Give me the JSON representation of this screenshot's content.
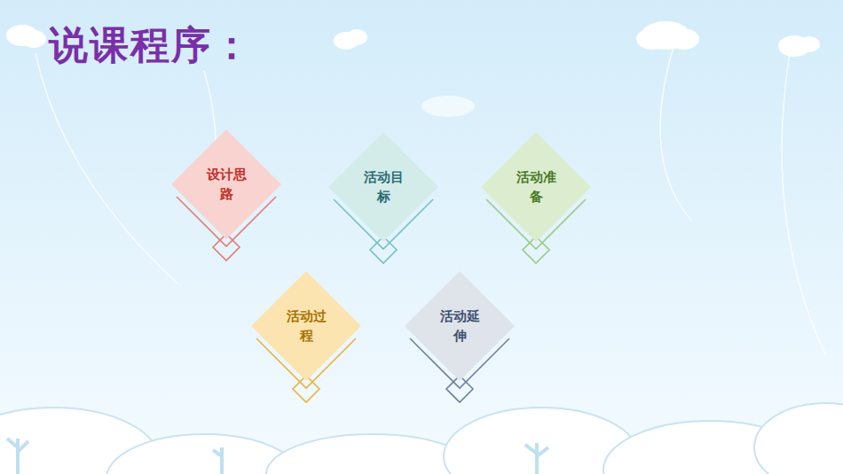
{
  "diagram": {
    "title": "说课程序：",
    "nodes": [
      {
        "text": [
          "设计思路"
        ]
      },
      {
        "text": [
          "活动目标"
        ]
      },
      {
        "text": [
          "活动准备"
        ]
      },
      {
        "text": [
          "活动过程"
        ]
      },
      {
        "text": [
          "活动延伸"
        ]
      }
    ]
  }
}
